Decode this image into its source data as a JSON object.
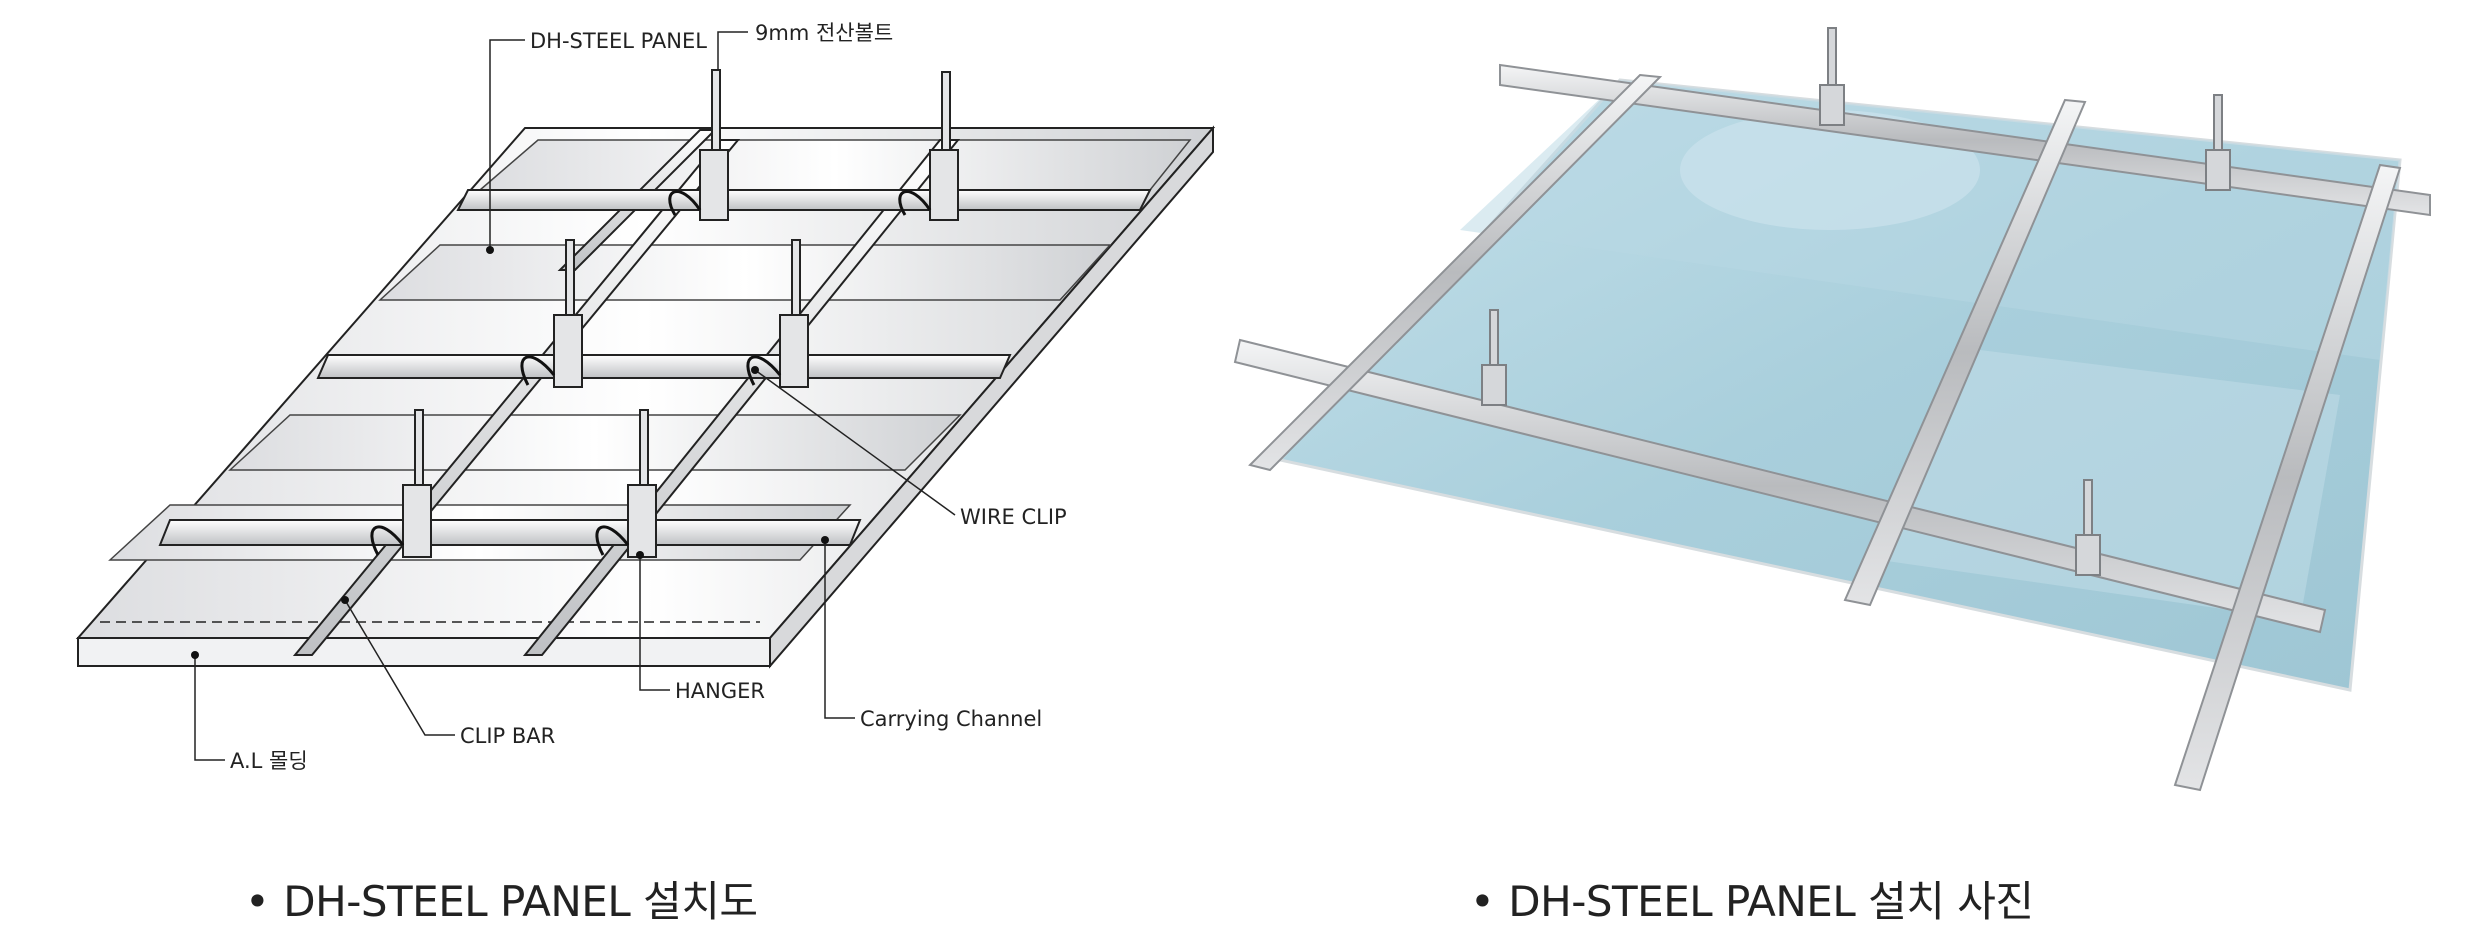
{
  "diagram": {
    "labels": {
      "panel": "DH-STEEL PANEL",
      "bolt": "9mm 전산볼트",
      "wire_clip": "WIRE CLIP",
      "hanger": "HANGER",
      "carrying_channel": "Carrying Channel",
      "clip_bar": "CLIP BAR",
      "molding": "A.L 몰딩"
    }
  },
  "captions": {
    "bullet": "•",
    "left": "DH-STEEL PANEL 설치도",
    "right": "DH-STEEL PANEL 설치 사진"
  },
  "colors": {
    "line": "#222222",
    "metal": "#d9dadc",
    "glass": "#a9cfdc",
    "glass_dark": "#8dbccd"
  }
}
